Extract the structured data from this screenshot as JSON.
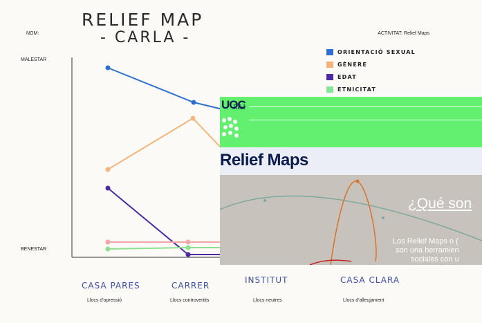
{
  "worksheet": {
    "title": "RELIEF MAP",
    "subtitle": "- CARLA -",
    "nom_label": "NOM:",
    "activity_label": "ACTIVITAT: Relief Maps",
    "y_top_label": "MALESTAR",
    "y_bottom_label": "BENESTAR",
    "legend": [
      {
        "label": "ORIENTACIÓ SEXUAL",
        "color": "#2f6fd0"
      },
      {
        "label": "GÈNERE",
        "color": "#f2b27a"
      },
      {
        "label": "EDAT",
        "color": "#4b2aa3"
      },
      {
        "label": "ETNICITAT",
        "color": "#86e59a"
      }
    ],
    "places": [
      "CASA PARES",
      "CARRER",
      "INSTITUT",
      "CASA CLARA"
    ],
    "place_types": [
      "Llocs d'opressió",
      "Llocs controvertits",
      "Llocs neutres",
      "Llocs d'alleujament"
    ],
    "line_colors": {
      "blue": "#2f6fd0",
      "orange": "#f5b57e",
      "purple": "#4b2aa3",
      "green": "#8de08f",
      "pink": "#f3a6a6"
    }
  },
  "overlay": {
    "logo_text": "UOC",
    "section_label": "R&I",
    "site_title": "Relief Maps",
    "hero_heading": "¿Qué son",
    "hero_text_line1": "Los Relief Maps o (",
    "hero_text_line2": "son una herramien",
    "hero_text_line3": "sociales con u",
    "brand_green": "#63f06e",
    "brand_navy": "#0a1b4d"
  }
}
